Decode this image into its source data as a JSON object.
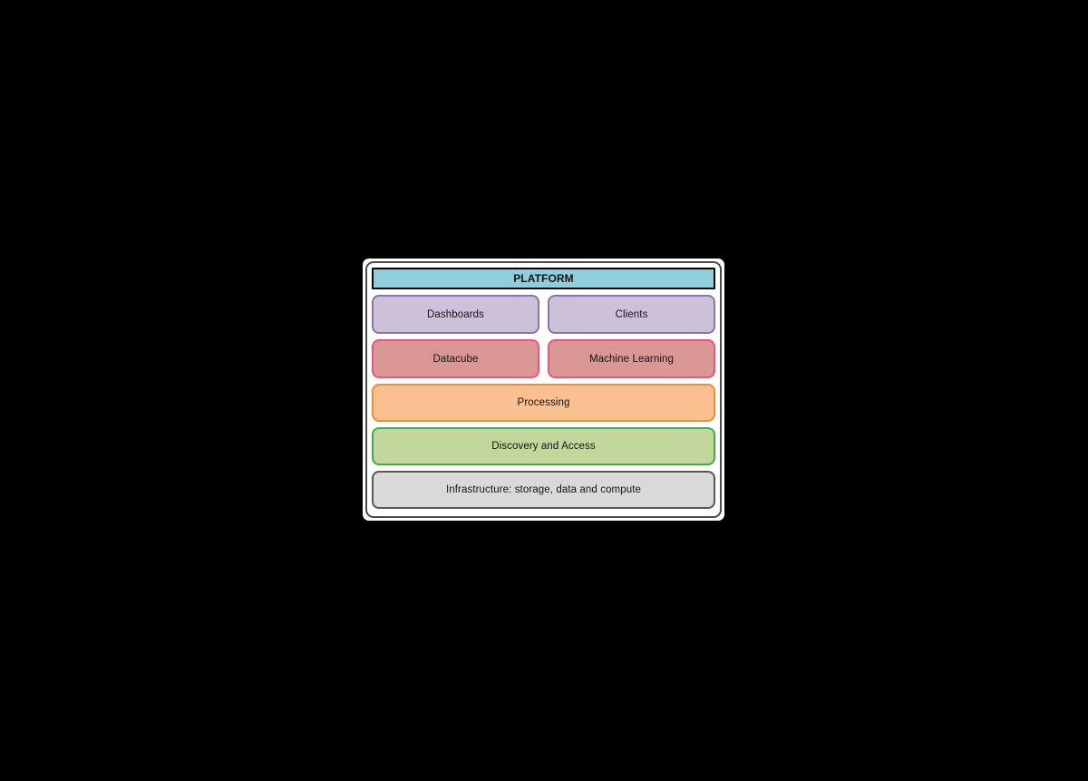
{
  "diagram": {
    "header": {
      "label": "PLATFORM"
    },
    "apps": {
      "boxes": [
        {
          "label": "Dashboards"
        },
        {
          "label": "Clients"
        }
      ]
    },
    "services": {
      "boxes": [
        {
          "label": "Datacube"
        },
        {
          "label": "Machine Learning"
        }
      ]
    },
    "processing": {
      "label": "Processing"
    },
    "discovery": {
      "label": "Discovery and Access"
    },
    "infrastructure": {
      "label": "Infrastructure: storage, data and compute"
    }
  },
  "colors": {
    "page-bg": "#000000",
    "panel-bg": "#FFFFFF",
    "frame-border": "#4A4A4A",
    "platform-fill": "#92CDDC",
    "platform-border": "#000000",
    "apps-fill": "#CCC1D9",
    "apps-border": "#8973A9",
    "cube-fill": "#D99694",
    "cube-border": "#EA5684",
    "proc-fill": "#FAC08F",
    "proc-border": "#ED8B3E",
    "disc-fill": "#C3D69B",
    "disc-border": "#46A857",
    "infra-fill": "#D9D9D9",
    "infra-border": "#595959"
  }
}
